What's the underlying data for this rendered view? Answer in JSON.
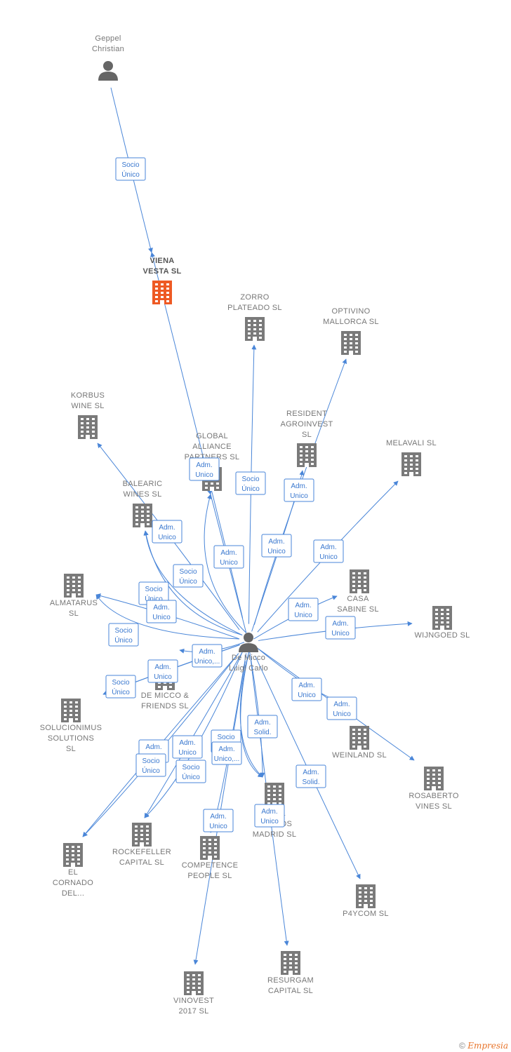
{
  "colors": {
    "edge": "#4a86d8",
    "company": "#7a7a7a",
    "company_main": "#ee5a24",
    "person": "#666666"
  },
  "nodes": [
    {
      "id": "geppel",
      "type": "person",
      "label": [
        "Geppel",
        "Christian"
      ]
    },
    {
      "id": "viena",
      "type": "company",
      "main": true,
      "label": [
        "VIENA",
        "VESTA  SL"
      ]
    },
    {
      "id": "zorro",
      "type": "company",
      "label": [
        "ZORRO",
        "PLATEADO  SL"
      ]
    },
    {
      "id": "optivino",
      "type": "company",
      "label": [
        "OPTIVINO",
        "MALLORCA  SL"
      ]
    },
    {
      "id": "korbus",
      "type": "company",
      "label": [
        "KORBUS",
        "WINE  SL"
      ]
    },
    {
      "id": "resident",
      "type": "company",
      "label": [
        "RESIDENT",
        "AGROINVEST",
        "SL"
      ]
    },
    {
      "id": "global",
      "type": "company",
      "label": [
        "GLOBAL",
        "ALLIANCE",
        "PARTNERS  SL"
      ]
    },
    {
      "id": "melavali",
      "type": "company",
      "label": [
        "MELAVALI  SL"
      ]
    },
    {
      "id": "balearic",
      "type": "company",
      "label": [
        "BALEARIC",
        "WINES  SL"
      ]
    },
    {
      "id": "almatarus",
      "type": "company",
      "label": [
        "ALMATARUS",
        "SL"
      ]
    },
    {
      "id": "casa",
      "type": "company",
      "label": [
        "CASA",
        "SABINE  SL"
      ]
    },
    {
      "id": "wijngoed",
      "type": "company",
      "label": [
        "WIJNGOED  SL"
      ]
    },
    {
      "id": "demicco_center",
      "type": "person",
      "label": [
        "De Micco",
        "Luigi Carlo"
      ]
    },
    {
      "id": "demicco_friends",
      "type": "company",
      "label": [
        "DE MICCO &",
        "FRIENDS  SL"
      ]
    },
    {
      "id": "solucionimus",
      "type": "company",
      "label": [
        "SOLUCIONIMUS",
        "SOLUTIONS",
        "SL"
      ]
    },
    {
      "id": "weinland",
      "type": "company",
      "label": [
        "WEINLAND  SL"
      ]
    },
    {
      "id": "rosaberto",
      "type": "company",
      "label": [
        "ROSABERTO",
        "VINES  SL"
      ]
    },
    {
      "id": "demicco_madrid",
      "type": "company",
      "label": [
        "D      O &",
        "FRIENDS",
        "MADRID  SL"
      ]
    },
    {
      "id": "cornado",
      "type": "company",
      "label": [
        "EL",
        "CORNADO",
        "DEL..."
      ]
    },
    {
      "id": "rockefeller",
      "type": "company",
      "label": [
        "ROCKEFELLER",
        "CAPITAL  SL"
      ]
    },
    {
      "id": "competence",
      "type": "company",
      "label": [
        "COMPETENCE",
        "PEOPLE  SL"
      ]
    },
    {
      "id": "p4ycom",
      "type": "company",
      "label": [
        "P4YCOM  SL"
      ]
    },
    {
      "id": "resurgam",
      "type": "company",
      "label": [
        "RESURGAM",
        "CAPITAL  SL"
      ]
    },
    {
      "id": "vinovest",
      "type": "company",
      "label": [
        "VINOVEST",
        "2017  SL"
      ]
    }
  ],
  "edges": [
    {
      "from": "geppel",
      "to": "viena",
      "label": [
        "Socio",
        "Único"
      ]
    },
    {
      "from": "demicco_center",
      "to": "viena",
      "label": [
        "Adm.",
        "Unico"
      ]
    },
    {
      "from": "demicco_center",
      "to": "zorro",
      "label": [
        "Socio",
        "Único"
      ]
    },
    {
      "from": "demicco_center",
      "to": "optivino",
      "label": [
        "Adm.",
        "Unico"
      ]
    },
    {
      "from": "demicco_center",
      "to": "resident",
      "label": [
        "Adm.",
        "Unico"
      ]
    },
    {
      "from": "demicco_center",
      "to": "global",
      "label": [
        "Adm.",
        "Unico"
      ]
    },
    {
      "from": "demicco_center",
      "to": "global",
      "label": [
        "Socio",
        "Único"
      ]
    },
    {
      "from": "demicco_center",
      "to": "melavali",
      "label": [
        "Adm.",
        "Unico"
      ]
    },
    {
      "from": "demicco_center",
      "to": "korbus",
      "label": [
        "Adm.",
        "Unico"
      ]
    },
    {
      "from": "demicco_center",
      "to": "balearic",
      "label": [
        "Socio",
        "Único"
      ]
    },
    {
      "from": "demicco_center",
      "to": "balearic",
      "label": [
        "Adm.",
        "Unico"
      ]
    },
    {
      "from": "demicco_center",
      "to": "almatarus",
      "label": [
        "Socio",
        "Único"
      ]
    },
    {
      "from": "demicco_center",
      "to": "almatarus",
      "label": [
        "Adm.",
        "Unico"
      ]
    },
    {
      "from": "demicco_center",
      "to": "casa",
      "label": [
        "Adm.",
        "Unico"
      ]
    },
    {
      "from": "demicco_center",
      "to": "wijngoed",
      "label": [
        "Adm.",
        "Unico"
      ]
    },
    {
      "from": "demicco_center",
      "to": "demicco_friends",
      "label": [
        "Adm.",
        "Unico,..."
      ]
    },
    {
      "from": "demicco_center",
      "to": "solucionimus",
      "label": [
        "Socio",
        "Único"
      ]
    },
    {
      "from": "demicco_center",
      "to": "solucionimus",
      "label": [
        "Adm.",
        "Unico"
      ]
    },
    {
      "from": "demicco_center",
      "to": "weinland",
      "label": [
        "Adm.",
        "Unico"
      ]
    },
    {
      "from": "demicco_center",
      "to": "rosaberto",
      "label": [
        "Adm.",
        "Unico"
      ]
    },
    {
      "from": "demicco_center",
      "to": "cornado",
      "label": [
        "Adm.",
        "Unico"
      ]
    },
    {
      "from": "demicco_center",
      "to": "cornado",
      "label": [
        "Socio",
        "Único"
      ]
    },
    {
      "from": "demicco_center",
      "to": "rockefeller",
      "label": [
        "Adm.",
        "Unico"
      ]
    },
    {
      "from": "demicco_center",
      "to": "rockefeller",
      "label": [
        "Socio",
        "Único"
      ]
    },
    {
      "from": "demicco_center",
      "to": "demicco_madrid",
      "label": [
        "Socio",
        "Único"
      ]
    },
    {
      "from": "demicco_center",
      "to": "demicco_madrid",
      "label": [
        "Adm.",
        "Unico,..."
      ]
    },
    {
      "from": "demicco_center",
      "to": "demicco_madrid",
      "label": [
        "Adm.",
        "Solid."
      ]
    },
    {
      "from": "demicco_center",
      "to": "competence",
      "label": [
        "Adm.",
        "Unico"
      ]
    },
    {
      "from": "demicco_center",
      "to": "p4ycom",
      "label": [
        "Adm.",
        "Solid."
      ]
    },
    {
      "from": "demicco_center",
      "to": "resurgam",
      "label": [
        "Adm.",
        "Unico"
      ]
    },
    {
      "from": "demicco_center",
      "to": "vinovest",
      "label": [
        "Adm.",
        "Unico"
      ]
    }
  ],
  "footer": {
    "copyright": "©",
    "brand": "Empresia"
  }
}
